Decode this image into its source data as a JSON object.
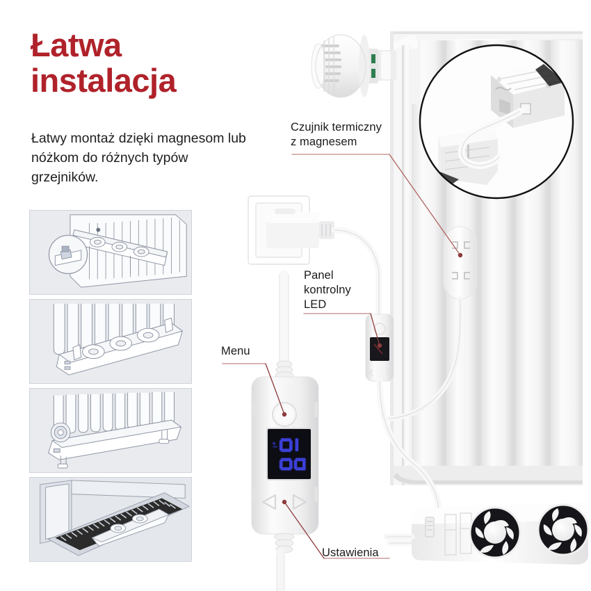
{
  "page": {
    "background_color": "#ffffff",
    "language": "pl"
  },
  "headline": {
    "color": "#b0222a",
    "line1": "Łatwa",
    "line2": "instalacja"
  },
  "subcopy": {
    "text": "Łatwy montaż dzięki magnesom lub nóżkom do różnych typów grzejników."
  },
  "thumbnails": [
    {
      "name": "thumb-fan-bar-magnet-detail",
      "caption": "",
      "bg": "#e8eaee"
    },
    {
      "name": "thumb-fan-bar-on-panel-radiator",
      "caption": "",
      "bg": "#e8eaee"
    },
    {
      "name": "thumb-fan-bar-on-column-radiator",
      "caption": "",
      "bg": "#e8eaee"
    },
    {
      "name": "thumb-fan-bar-in-floor-convector",
      "caption": "",
      "bg": "#e8eaee"
    }
  ],
  "callouts": {
    "sensor": {
      "text": "Czujnik termiczny\nz magnesem",
      "leader_color": "#b2635f"
    },
    "led_panel": {
      "text": "Panel\nkontrolny\nLED",
      "leader_color": "#8d3b3b"
    },
    "menu": {
      "text": "Menu",
      "leader_color": "#8d3b3b"
    },
    "settings": {
      "text": "Ustawienia",
      "leader_color": "#8d3b3b"
    }
  },
  "controller": {
    "display_value": "20",
    "display_digit_color": "#3b3fd6",
    "display_bg": "#0d0e14",
    "menu_button": "menu-round-button",
    "left_arrow": "left-arrow-button",
    "right_arrow": "right-arrow-button"
  },
  "scene": {
    "radiator": "white-panel-radiator",
    "valve": "thermostatic-valve-head",
    "wall_socket": "wall-socket-with-plug",
    "inset_circle": "zoom-detail-sensor-modules",
    "fan_bar": "fan-bar-two-rotors"
  }
}
